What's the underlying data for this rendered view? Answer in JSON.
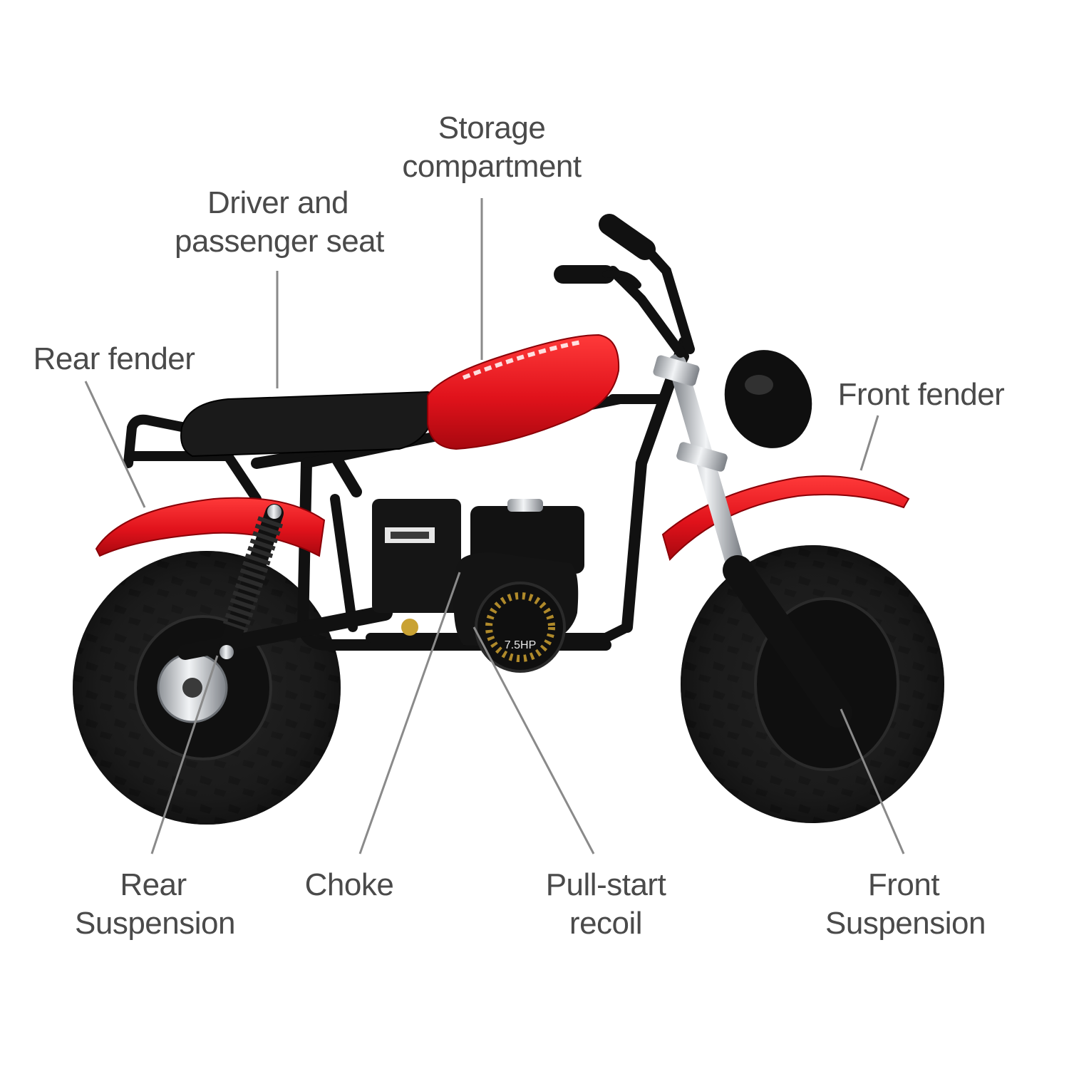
{
  "labels": {
    "storage": {
      "line1": "Storage",
      "line2": "compartment"
    },
    "seat": {
      "line1": "Driver and",
      "line2": "passenger seat"
    },
    "rear_fender": {
      "line1": "Rear fender"
    },
    "front_fender": {
      "line1": "Front fender"
    },
    "rear_suspension": {
      "line1": "Rear",
      "line2": "Suspension"
    },
    "choke": {
      "line1": "Choke"
    },
    "pull_start": {
      "line1": "Pull-start",
      "line2": "recoil"
    },
    "front_suspension": {
      "line1": "Front",
      "line2": "Suspension"
    }
  },
  "engine_badge": "7.5HP",
  "colors": {
    "label_text": "#4a4a4a",
    "leader_line": "#8a8a8a",
    "body_red": "#e0121b",
    "frame_black": "#111111",
    "tire_black": "#1b1b1b",
    "chrome": "#c8ccd0"
  }
}
